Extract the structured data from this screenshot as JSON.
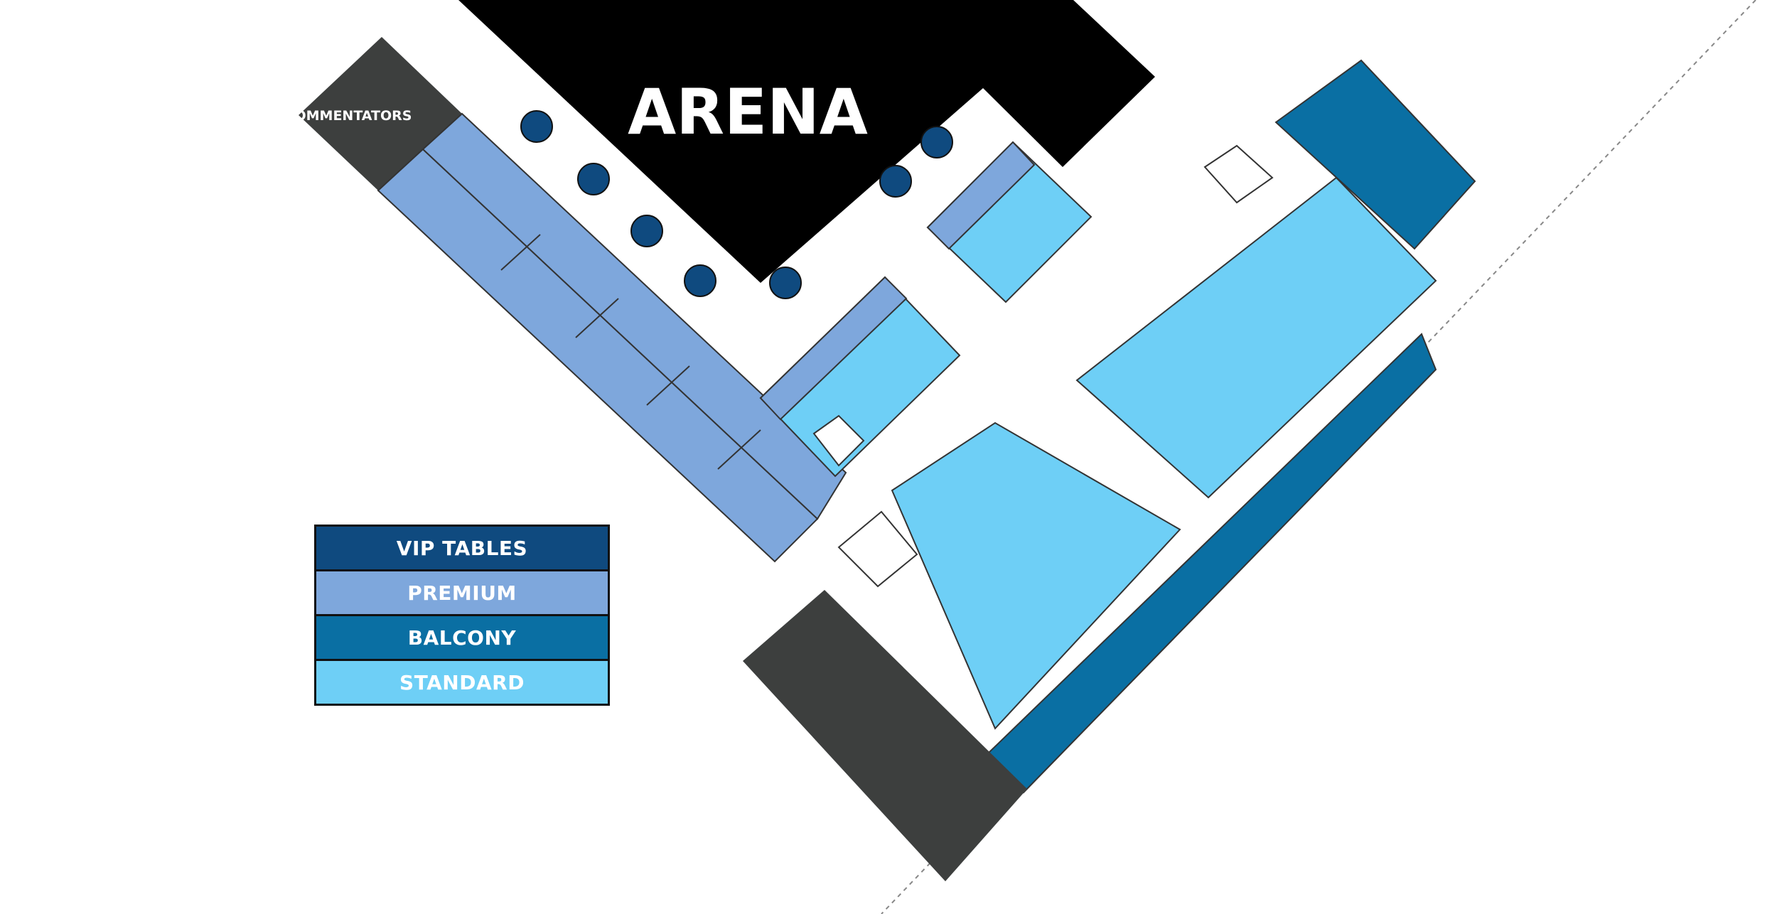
{
  "map": {
    "arena_label": "ARENA",
    "commentators_label": "COMMENTATORS"
  },
  "legend": {
    "vip": "VIP TABLES",
    "premium": "PREMIUM",
    "balcony": "BALCONY",
    "standard": "STANDARD"
  },
  "colors": {
    "vip": "#0f4a7f",
    "premium": "#7ea7dc",
    "balcony": "#0a6fa3",
    "standard": "#6ecff6",
    "arena": "#000000",
    "structure": "#3d3f3e"
  },
  "icons": {
    "seat": "seat-icon",
    "vip_table": "vip-table-icon",
    "stairs": "stairs-icon"
  }
}
